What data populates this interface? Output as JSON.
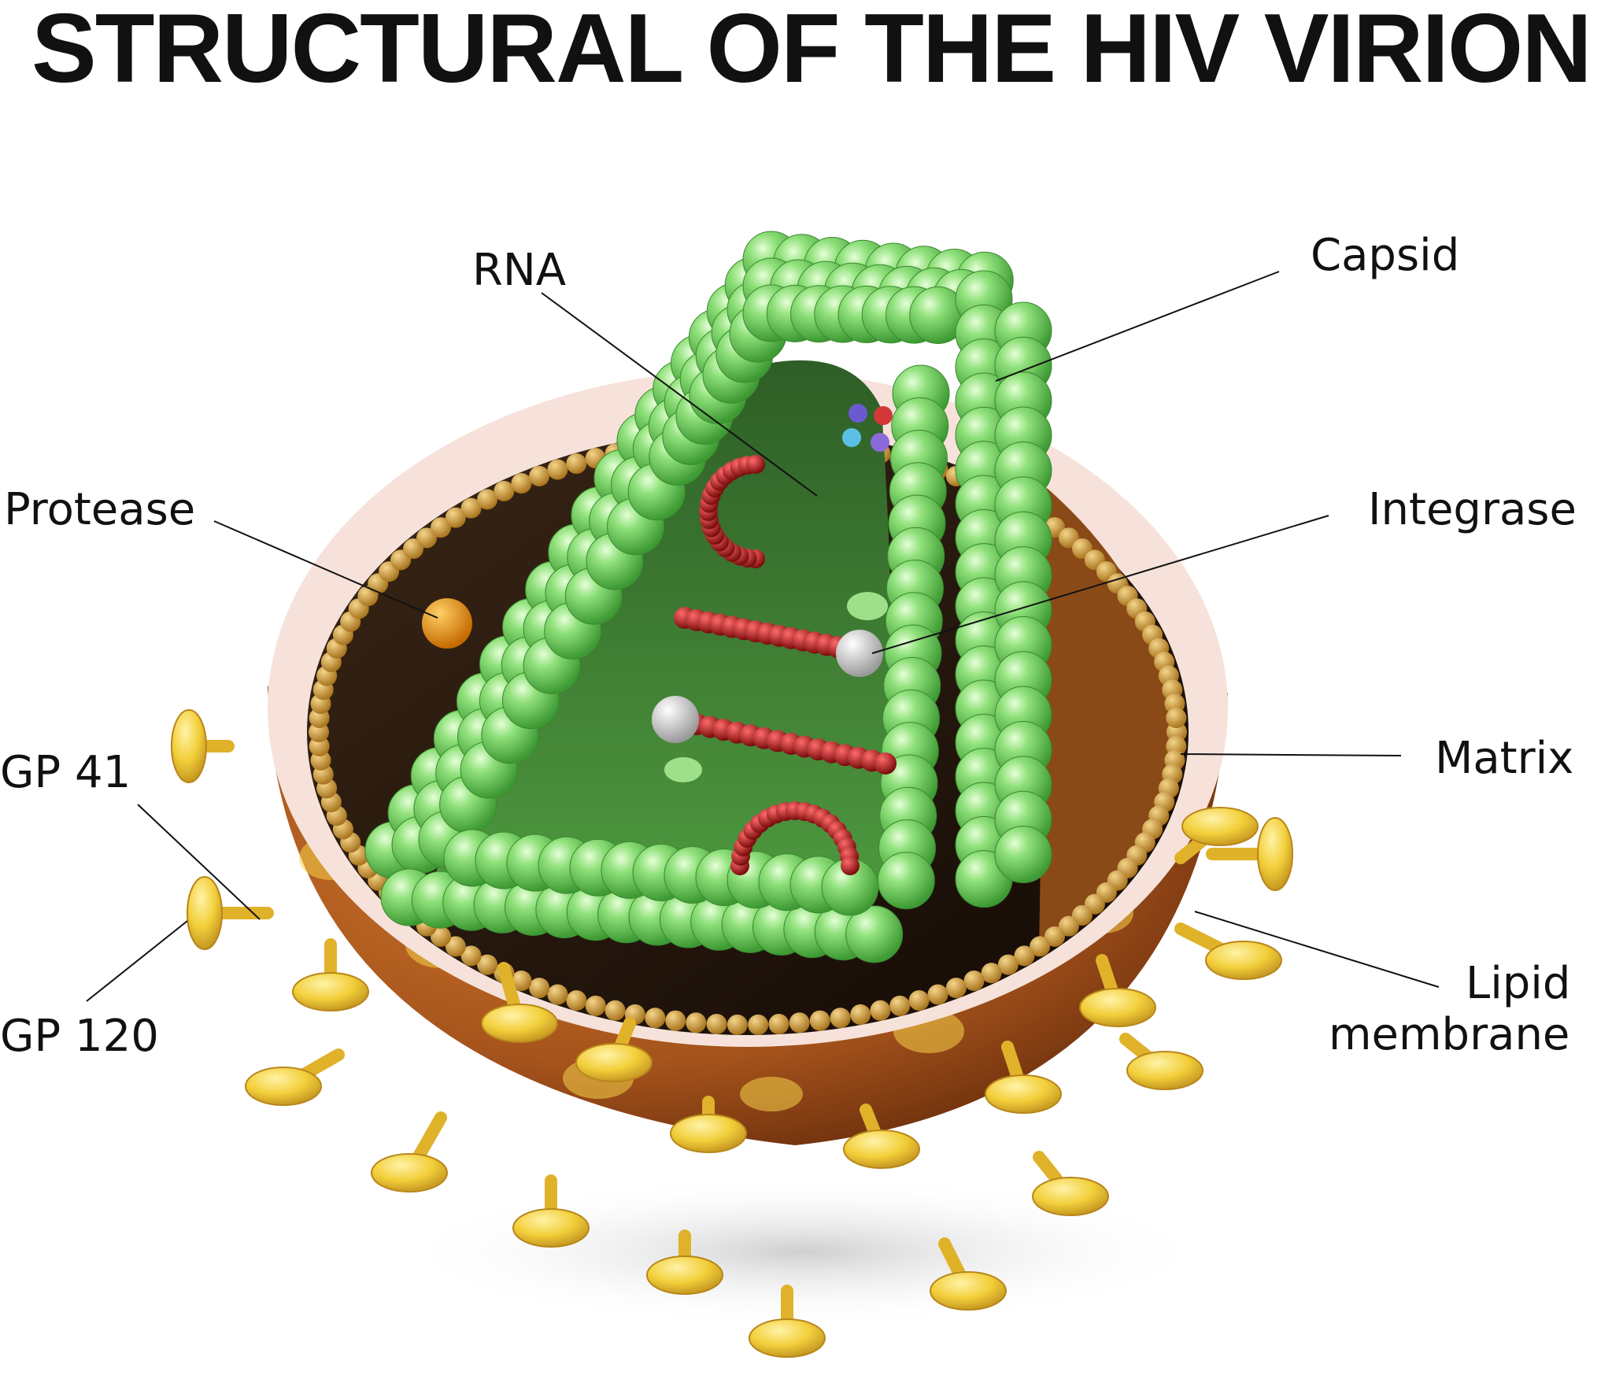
{
  "title": "STRUCTURAL OF THE HIV VIRION",
  "labels": {
    "rna": "RNA",
    "capsid": "Capsid",
    "protease": "Protease",
    "integrase": "Integrase",
    "gp41": "GP 41",
    "matrix": "Matrix",
    "gp120": "GP 120",
    "lipid_line1": "Lipid",
    "lipid_line2": "membrane"
  },
  "colors": {
    "capsid": "#7ccf6a",
    "membrane": "#a0521c",
    "matrix_beads": "#c8973c",
    "rna": "#b01818",
    "spike": "#f2cf3a",
    "interior": "#2a1a10"
  }
}
